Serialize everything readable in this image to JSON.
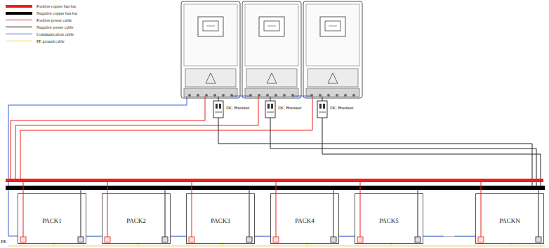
{
  "diagram": {
    "nodes": [
      {
        "text": [
          "PACK1"
        ]
      },
      {
        "text": [
          "PACK2"
        ]
      },
      {
        "text": [
          "PACK3"
        ]
      },
      {
        "text": [
          "PACK4"
        ]
      },
      {
        "text": [
          "PACK5"
        ]
      },
      {
        "text": [
          "PACKN"
        ]
      }
    ],
    "edges": [
      {
        "from": 0,
        "to": 1,
        "arrow": "none"
      },
      {
        "from": 1,
        "to": 2,
        "arrow": "none"
      },
      {
        "from": 2,
        "to": 3,
        "arrow": "none"
      },
      {
        "from": 3,
        "to": 4,
        "arrow": "none"
      },
      {
        "from": 4,
        "to": 5,
        "label": "......",
        "arrow": "none"
      }
    ],
    "labels": [
      "DC Breaker",
      "DC Breaker",
      "DC Breaker",
      "PE"
    ],
    "legend": [
      {
        "text": "Positive copper bus bar",
        "color": "#e8211c"
      },
      {
        "text": "Negative copper bus bar",
        "color": "#000000"
      },
      {
        "text": "Positive power cable",
        "color": "#e8211c"
      },
      {
        "text": "Negative power cable",
        "color": "#000000"
      },
      {
        "text": "Communication cable",
        "color": "#3a5fd0"
      },
      {
        "text": "PE ground cable",
        "color": "#e8d44a"
      }
    ]
  }
}
